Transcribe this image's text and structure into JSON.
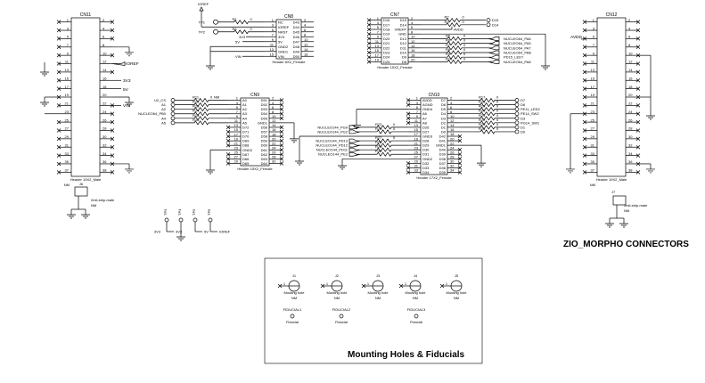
{
  "connectors": [
    {
      "ref": "CN11",
      "footer": "Header 19X2_Male",
      "nm": "NM",
      "left": [],
      "right": [],
      "pins": 38
    },
    {
      "ref": "CN12",
      "footer": "Header 19X2_Male",
      "nm": "NM",
      "left": [],
      "right": [],
      "pins": 38
    },
    {
      "ref": "CN8",
      "footer": "Header 8X2_Female",
      "left": [
        "NC",
        "IOREF",
        "NRST",
        "3V3",
        "5V",
        "GND2",
        "GND1",
        "VIN"
      ],
      "right": [
        "D43",
        "D44",
        "D45",
        "D46",
        "D47",
        "D48",
        "D49",
        "D50"
      ]
    },
    {
      "ref": "CN7",
      "footer": "Header 10X2_Female",
      "left": [
        "D16",
        "D17",
        "D18",
        "D19",
        "D20",
        "D21",
        "D22",
        "D23",
        "D24",
        "D25"
      ],
      "right": [
        "D15",
        "D14",
        "VREFP",
        "GND",
        "D13",
        "D12",
        "D11",
        "D10",
        "D9",
        "D8"
      ]
    },
    {
      "ref": "CN9",
      "footer": "Header 15X2_Female",
      "left": [
        "A0",
        "A1",
        "A2",
        "A3",
        "A4",
        "A5",
        "D72",
        "D71",
        "D70",
        "D69",
        "D68",
        "GND2",
        "D67",
        "D66",
        "D65"
      ],
      "right": [
        "D51",
        "D52",
        "D53",
        "D54",
        "D55",
        "GND1",
        "D56",
        "D57",
        "D58",
        "D59",
        "D60",
        "D61",
        "D62",
        "D63",
        "D64"
      ]
    },
    {
      "ref": "CN10",
      "footer": "Header 17X2_Female",
      "left": [
        "AVDD",
        "AGND",
        "GND4",
        "A6",
        "A7",
        "A8",
        "D26",
        "D27",
        "GND3",
        "D28",
        "D29",
        "D30",
        "D31",
        "GND2",
        "D32",
        "D33",
        "D34"
      ],
      "right": [
        "D7",
        "D6",
        "D5",
        "D4",
        "D3",
        "D2",
        "D1",
        "D0",
        "D42",
        "D41",
        "GND1",
        "D40",
        "D39",
        "D38",
        "D37",
        "D36",
        "D35"
      ]
    }
  ],
  "strips": [
    {
      "ref": "J6",
      "label": "2mil-strip-male",
      "nm": "NM"
    },
    {
      "ref": "J7",
      "label": "2mil-strip-male",
      "nm": "NM"
    }
  ],
  "resistors": {
    "cn8": [
      "R1",
      "R4"
    ],
    "cn7": [
      "R2",
      "R3",
      "R5",
      "R6",
      "R7",
      "R8",
      "R9",
      "R10"
    ],
    "cn9": [
      "R11",
      "R12",
      "R13",
      "R14",
      "R15",
      "R16"
    ],
    "cn10_left": [
      "R23",
      "R24",
      "R27",
      "R28",
      "R29",
      "R30"
    ],
    "cn10_right": [
      "R17",
      "R18",
      "R19",
      "R20",
      "R21",
      "R22",
      "R25",
      "R26"
    ],
    "value": "0",
    "nm": "NM"
  },
  "nets": {
    "ioref": "IOREF",
    "tp1": "TP1",
    "tp2": "TP2",
    "v3": "3V3",
    "v5": "5V",
    "vin": "VIN",
    "avdd": "AVDD",
    "d15": "D15",
    "d14": "D14",
    "cn7_right": [
      "NUCLEO64_PA6",
      "NUCLEO64_PA5",
      "NUCLEO64_PA7",
      "NUCLEO64_PB6",
      "PD15_LED?",
      "NUCLEO64_PA8"
    ],
    "cn9_left": [
      "U2_CS",
      "A1",
      "A2",
      "NUCLEO64_PB0",
      "A4",
      "A5"
    ],
    "cn10_left": [
      "NUCLEO144_PG9",
      "NUCLEO144_PG2",
      "NUCLEO144_PD13",
      "NUCLEO144_PD12",
      "NUCLEO144_PD11",
      "NUCLEO144_PE2"
    ],
    "cn10_right": [
      "D7",
      "D6",
      "PE11_LED2",
      "PE14_SW2",
      "D3",
      "PG14_SW1",
      "D1",
      "D0"
    ]
  },
  "test_points": [
    {
      "ref": "TP3",
      "net": "3V3"
    },
    {
      "ref": "TP4",
      "net": ""
    },
    {
      "ref": "TP5",
      "net": "5V"
    },
    {
      "ref": "TP6",
      "net": "IOREF"
    }
  ],
  "section_title": "ZIO_MORPHO CONNECTORS",
  "mounting": {
    "title": "Mounting Holes & Fiducials",
    "holes": [
      {
        "ref": "J1",
        "label": "Mouting hole",
        "nm": "NM",
        "pin": "1"
      },
      {
        "ref": "J2",
        "label": "Mouting hole",
        "nm": "NM",
        "pin": "1"
      },
      {
        "ref": "J3",
        "label": "Mouting hole",
        "nm": "NM",
        "pin": "1"
      },
      {
        "ref": "J4",
        "label": "Mouting hole",
        "nm": "NM",
        "pin": "1"
      },
      {
        "ref": "J5",
        "label": "Mouting hole",
        "nm": "NM",
        "pin": "1"
      }
    ],
    "fiducials": [
      {
        "ref": "FIDUCIAL1",
        "label": "Fiducial"
      },
      {
        "ref": "FIDUCIAL2",
        "label": "Fiducial"
      },
      {
        "ref": "FIDUCIAL3",
        "label": "Fiducial"
      }
    ]
  }
}
